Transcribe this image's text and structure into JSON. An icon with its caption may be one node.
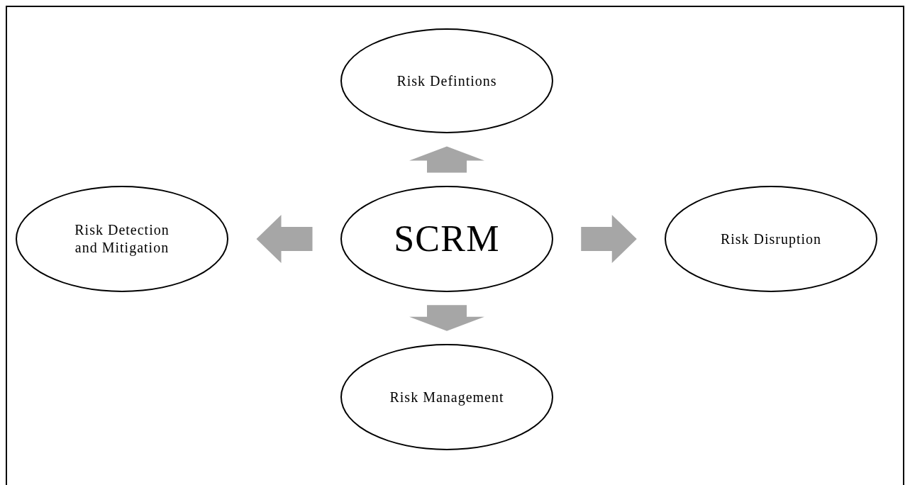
{
  "diagram": {
    "nodes": [
      {
        "text": [
          "Risk Defintions"
        ]
      },
      {
        "text": [
          "Risk Detection and Mitigation"
        ]
      },
      {
        "text": [
          "SCRM"
        ]
      },
      {
        "text": [
          "Risk Disruption"
        ]
      },
      {
        "text": [
          "Risk Management"
        ]
      }
    ],
    "edges": [
      {
        "from": 2,
        "to": 0,
        "arrow": "to"
      },
      {
        "from": 2,
        "to": 1,
        "arrow": "to"
      },
      {
        "from": 2,
        "to": 3,
        "arrow": "to"
      },
      {
        "from": 2,
        "to": 4,
        "arrow": "to"
      }
    ]
  }
}
